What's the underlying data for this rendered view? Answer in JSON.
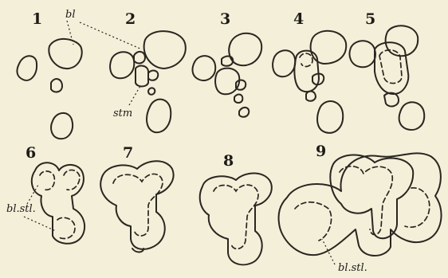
{
  "figure": {
    "panel_numbers": [
      "1",
      "2",
      "3",
      "4",
      "5",
      "6",
      "7",
      "8",
      "9"
    ],
    "labels": {
      "bl": "bl",
      "stm": "stm",
      "bl_stl_6": "bl.stl.",
      "bl_stl_9": "bl.stl."
    },
    "colors": {
      "paper": "#f3efd9",
      "ink": "#2a2620"
    }
  }
}
